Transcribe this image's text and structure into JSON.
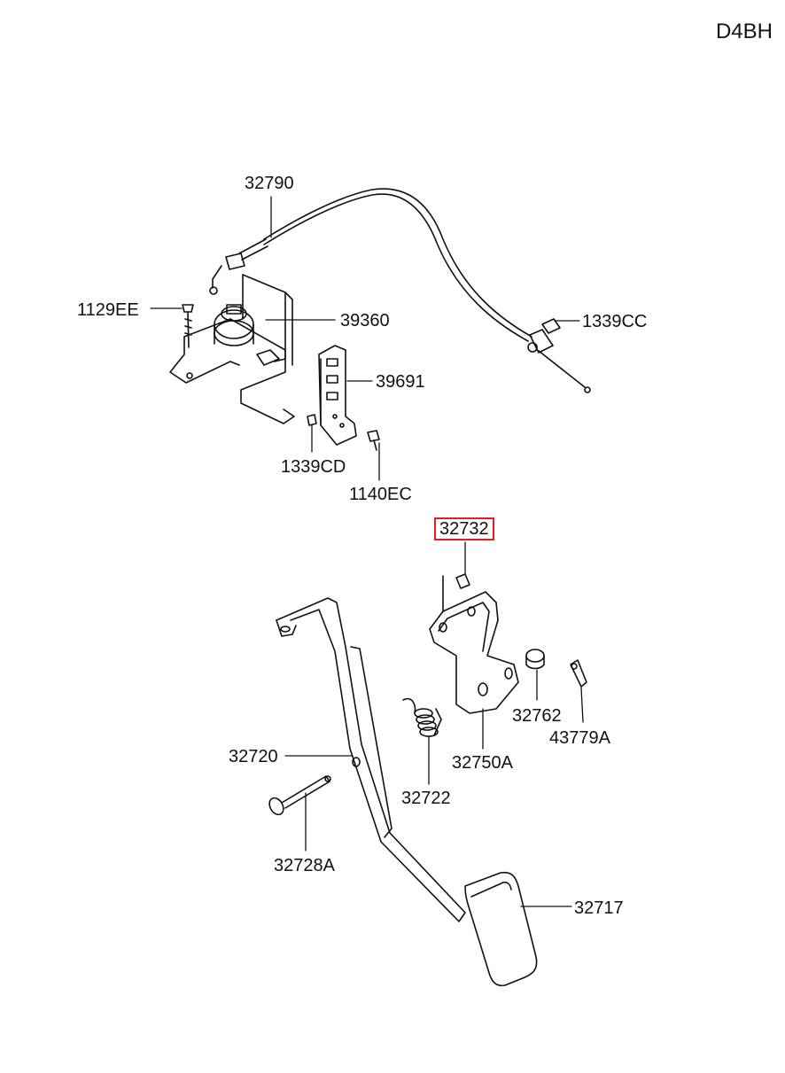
{
  "diagram_code": "D4BH",
  "highlight_color": "#e02020",
  "parts": [
    {
      "id": "p32790",
      "label": "32790"
    },
    {
      "id": "p1129EE",
      "label": "1129EE"
    },
    {
      "id": "p39360",
      "label": "39360"
    },
    {
      "id": "p1339CC",
      "label": "1339CC"
    },
    {
      "id": "p39691",
      "label": "39691"
    },
    {
      "id": "p1339CD",
      "label": "1339CD"
    },
    {
      "id": "p1140EC",
      "label": "1140EC"
    },
    {
      "id": "p32732",
      "label": "32732",
      "highlighted": true
    },
    {
      "id": "p32762",
      "label": "32762"
    },
    {
      "id": "p43779A",
      "label": "43779A"
    },
    {
      "id": "p32720",
      "label": "32720"
    },
    {
      "id": "p32750A",
      "label": "32750A"
    },
    {
      "id": "p32722",
      "label": "32722"
    },
    {
      "id": "p32728A",
      "label": "32728A"
    },
    {
      "id": "p32717",
      "label": "32717"
    }
  ]
}
